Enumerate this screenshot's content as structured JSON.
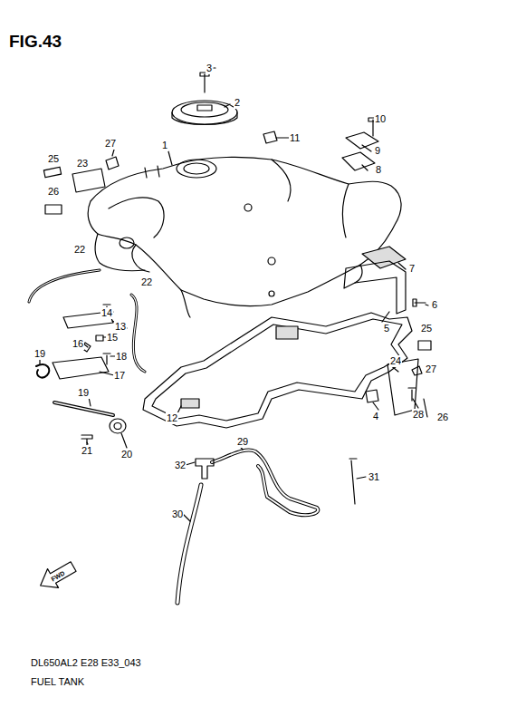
{
  "diagram": {
    "title": "FIG.43",
    "caption": "FUEL TANK",
    "labels": [
      "3",
      "2",
      "10",
      "11",
      "9",
      "1",
      "27",
      "25",
      "23",
      "8",
      "26",
      "22",
      "22",
      "7",
      "14",
      "6",
      "5",
      "13",
      "15",
      "16",
      "18",
      "25",
      "19",
      "17",
      "24",
      "27",
      "19",
      "4",
      "28",
      "26",
      "12",
      "29",
      "21",
      "20",
      "32",
      "31",
      "30",
      "FWD",
      "DL650AL2 E28 E33_043"
    ]
  }
}
